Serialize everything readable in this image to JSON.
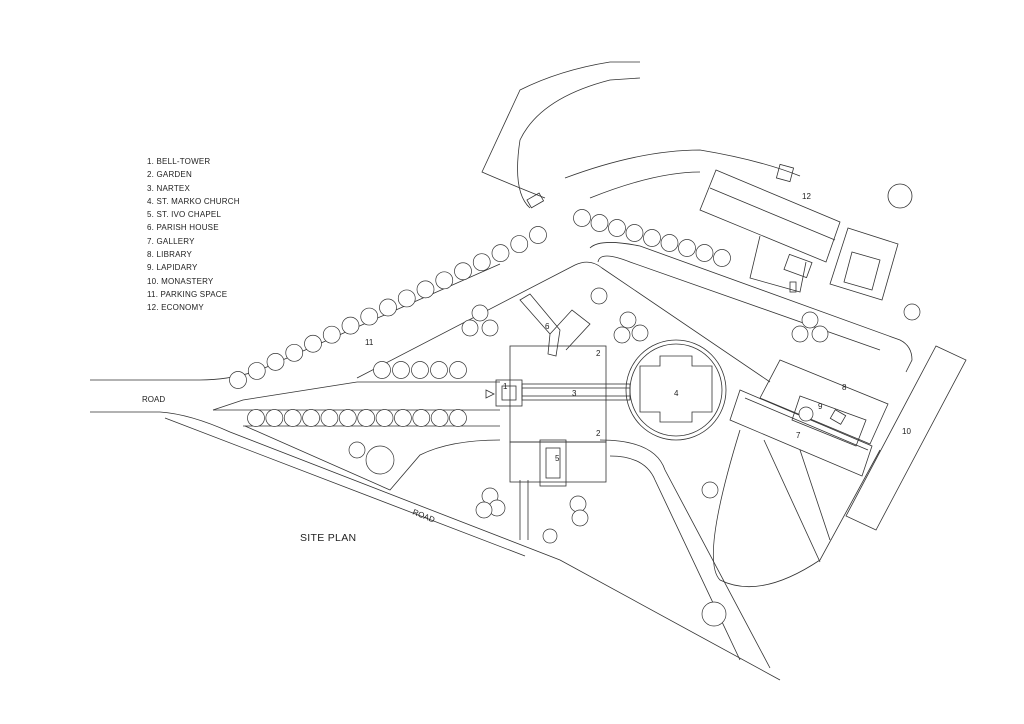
{
  "legend": [
    "1. BELL-TOWER",
    "2. GARDEN",
    "3. NARTEX",
    "4. ST. MARKO CHURCH",
    "5. ST. IVO CHAPEL",
    "6. PARISH HOUSE",
    "7. GALLERY",
    "8. LIBRARY",
    "9. LAPIDARY",
    "10. MONASTERY",
    "11. PARKING SPACE",
    "12. ECONOMY"
  ],
  "title": "SITE PLAN",
  "road_label": "ROAD",
  "numbers": {
    "n1": "1",
    "n2": "2",
    "n3": "3",
    "n4": "4",
    "n5": "5",
    "n6": "6",
    "n7": "7",
    "n8": "8",
    "n9": "9",
    "n10": "10",
    "n11": "11",
    "n12": "12"
  }
}
